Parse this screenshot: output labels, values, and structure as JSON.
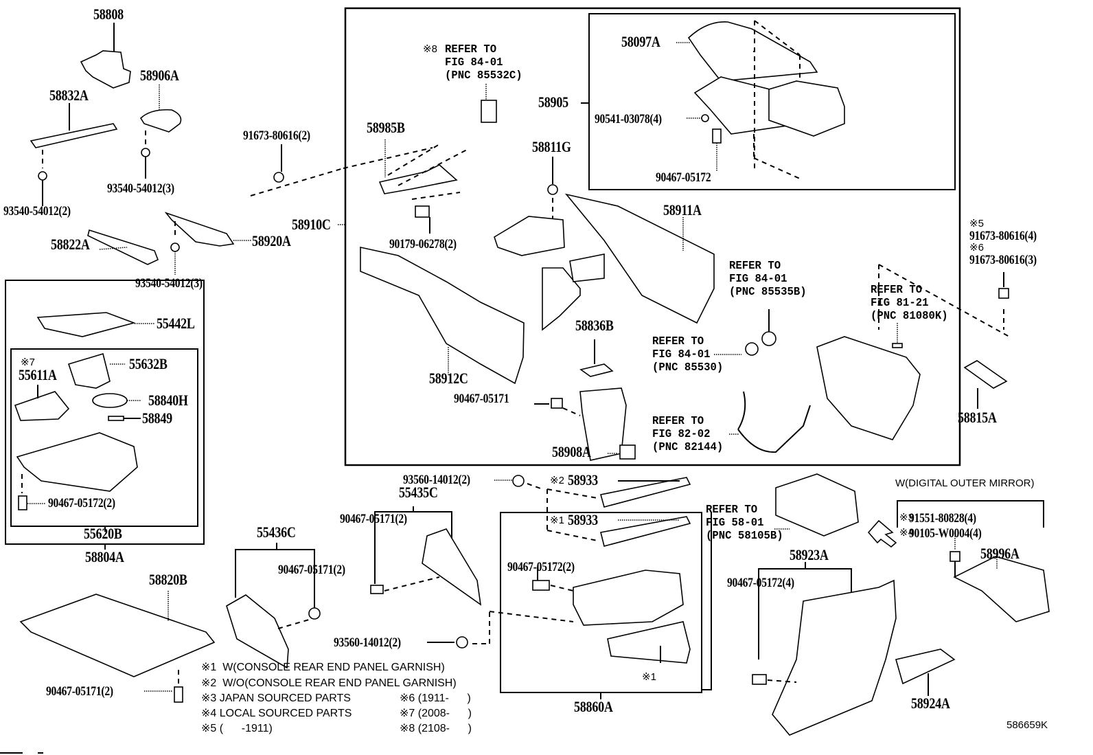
{
  "diagram": {
    "figure_id": "586659K",
    "parts": {
      "p58808": "58808",
      "p58906A": "58906A",
      "p58832A": "58832A",
      "p91673_80616_2": "91673-80616(2)",
      "p93540_54012_3a": "93540-54012(3)",
      "p93540_54012_2": "93540-54012(2)",
      "p58822A": "58822A",
      "p58920A": "58920A",
      "p93540_54012_3b": "93540-54012(3)",
      "p58910C": "58910C",
      "p58985B": "58985B",
      "p58811G": "58811G",
      "p90179_06278_2": "90179-06278(2)",
      "p58912C": "58912C",
      "p58836B": "58836B",
      "p90467_05171": "90467-05171",
      "p58908A": "58908A",
      "p58905": "58905",
      "p58097A": "58097A",
      "p90541_03078_4": "90541-03078(4)",
      "p90467_05172": "90467-05172",
      "p58911A": "58911A",
      "p91673_80616_4": "91673-80616(4)",
      "p91673_80616_3": "91673-80616(3)",
      "p58815A": "58815A",
      "p55442L": "55442L",
      "p55632B": "55632B",
      "p55611A": "55611A",
      "p58840H": "58840H",
      "p58849": "58849",
      "p90467_05172_2a": "90467-05172(2)",
      "p55620B": "55620B",
      "p58804A": "58804A",
      "p58820B": "58820B",
      "p90467_05171_2a": "90467-05171(2)",
      "p55436C": "55436C",
      "p90467_05171_2b": "90467-05171(2)",
      "p93560_14012_2a": "93560-14012(2)",
      "p55435C": "55435C",
      "p90467_05171_2c": "90467-05171(2)",
      "p93560_14012_2b": "93560-14012(2)",
      "p58933a": "58933",
      "p58933b": "58933",
      "p90467_05172_2b": "90467-05172(2)",
      "p58860A": "58860A",
      "p58923A": "58923A",
      "p90467_05172_4": "90467-05172(4)",
      "p58924A": "58924A",
      "p58996A": "58996A",
      "p91551_80828_4": "91551-80828(4)",
      "p90105_W0004_4": "90105-W0004(4)"
    },
    "markers": {
      "m1": "※1",
      "m2": "※2",
      "m3": "※3",
      "m4": "※4",
      "m5": "※5",
      "m6": "※6",
      "m7": "※7",
      "m8": "※8"
    },
    "refs": {
      "r85532C": "REFER TO\nFIG 84-01\n(PNC 85532C)",
      "r85535B": "REFER TO\nFIG 84-01\n(PNC 85535B)",
      "r85530": "REFER TO\nFIG 84-01\n(PNC 85530)",
      "r82144": "REFER TO\nFIG 82-02\n(PNC 82144)",
      "r81080K": "REFER TO\nFIG 81-21\n(PNC 81080K)",
      "r58105B": "REFER TO\nFIG 58-01\n(PNC 58105B)"
    },
    "digital_mirror_label": "W(DIGITAL OUTER MIRROR)",
    "legend": [
      "※1  W(CONSOLE REAR END PANEL GARNISH)",
      "※2  W/O(CONSOLE REAR END PANEL GARNISH)",
      "※3 JAPAN SOURCED PARTS",
      "※4 LOCAL SOURCED PARTS",
      "※5 (      -1911)",
      "※6 (1911-      )",
      "※7 (2008-      )",
      "※8 (2108-      )"
    ]
  }
}
